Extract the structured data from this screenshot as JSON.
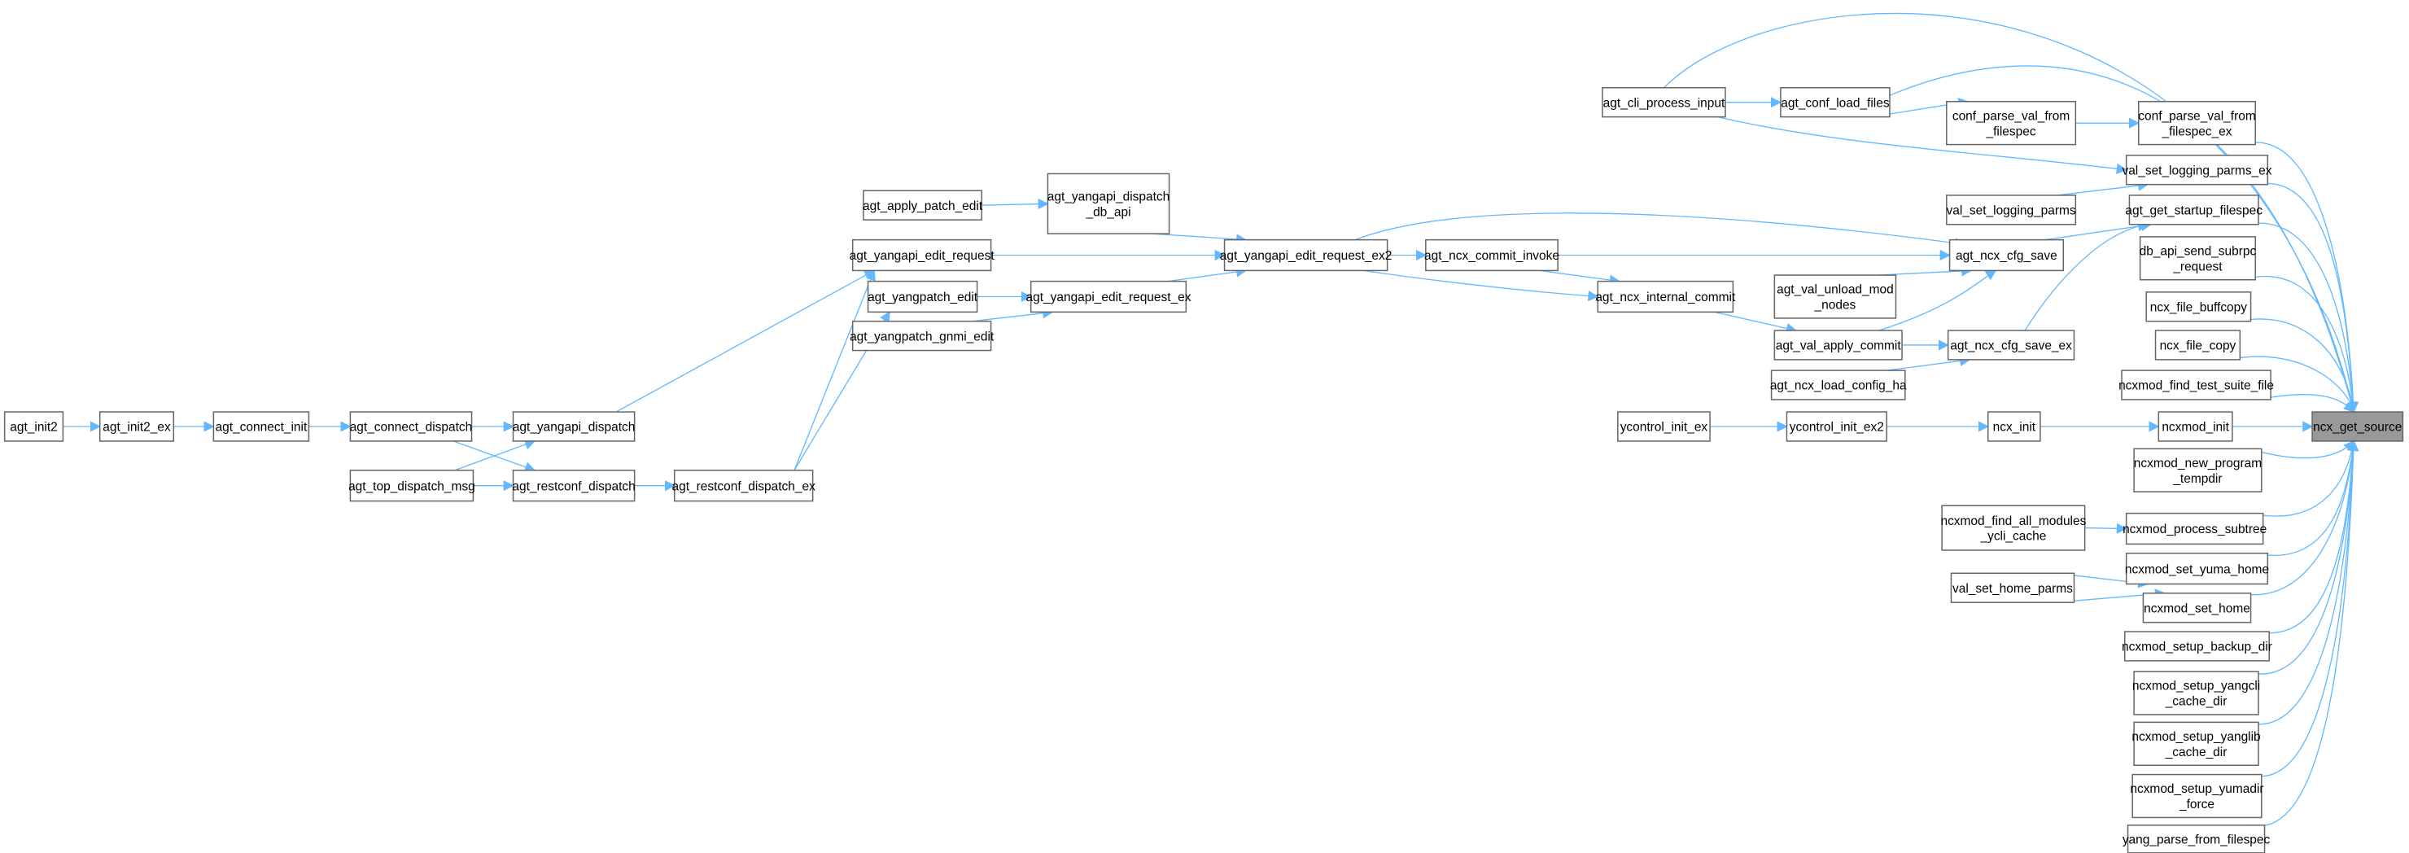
{
  "graph": {
    "type": "caller-graph",
    "focus_node": "ncx_get_source",
    "colors": {
      "edge": "#63b8ff",
      "node_border": "#666666",
      "focus_fill": "#999999",
      "node_fill": "#ffffff"
    },
    "nodes": [
      {
        "id": "agt_init2",
        "lines": [
          "agt_init2"
        ]
      },
      {
        "id": "agt_init2_ex",
        "lines": [
          "agt_init2_ex"
        ]
      },
      {
        "id": "agt_connect_init",
        "lines": [
          "agt_connect_init"
        ]
      },
      {
        "id": "agt_connect_dispatch",
        "lines": [
          "agt_connect_dispatch"
        ]
      },
      {
        "id": "agt_yangapi_dispatch",
        "lines": [
          "agt_yangapi_dispatch"
        ]
      },
      {
        "id": "agt_top_dispatch_msg",
        "lines": [
          "agt_top_dispatch_msg"
        ]
      },
      {
        "id": "agt_restconf_dispatch",
        "lines": [
          "agt_restconf_dispatch"
        ]
      },
      {
        "id": "agt_restconf_dispatch_ex",
        "lines": [
          "agt_restconf_dispatch_ex"
        ]
      },
      {
        "id": "agt_apply_patch_edit",
        "lines": [
          "agt_apply_patch_edit"
        ]
      },
      {
        "id": "agt_yangapi_dispatch_db_api",
        "lines": [
          "agt_yangapi_dispatch",
          "_db_api"
        ]
      },
      {
        "id": "agt_yangapi_edit_request",
        "lines": [
          "agt_yangapi_edit_request"
        ]
      },
      {
        "id": "agt_yangpatch_edit",
        "lines": [
          "agt_yangpatch_edit"
        ]
      },
      {
        "id": "agt_yangapi_edit_request_ex",
        "lines": [
          "agt_yangapi_edit_request_ex"
        ]
      },
      {
        "id": "agt_yangpatch_gnmi_edit",
        "lines": [
          "agt_yangpatch_gnmi_edit"
        ]
      },
      {
        "id": "agt_yangapi_edit_request_ex2",
        "lines": [
          "agt_yangapi_edit_request_ex2"
        ]
      },
      {
        "id": "agt_ncx_commit_invoke",
        "lines": [
          "agt_ncx_commit_invoke"
        ]
      },
      {
        "id": "agt_ncx_internal_commit",
        "lines": [
          "agt_ncx_internal_commit"
        ]
      },
      {
        "id": "agt_cli_process_input",
        "lines": [
          "agt_cli_process_input"
        ]
      },
      {
        "id": "agt_conf_load_files",
        "lines": [
          "agt_conf_load_files"
        ]
      },
      {
        "id": "conf_parse_val_from_filespec",
        "lines": [
          "conf_parse_val_from",
          "_filespec"
        ]
      },
      {
        "id": "conf_parse_val_from_filespec_ex",
        "lines": [
          "conf_parse_val_from",
          "_filespec_ex"
        ]
      },
      {
        "id": "val_set_logging_parms_ex",
        "lines": [
          "val_set_logging_parms_ex"
        ]
      },
      {
        "id": "val_set_logging_parms",
        "lines": [
          "val_set_logging_parms"
        ]
      },
      {
        "id": "agt_get_startup_filespec",
        "lines": [
          "agt_get_startup_filespec"
        ]
      },
      {
        "id": "agt_ncx_cfg_save",
        "lines": [
          "agt_ncx_cfg_save"
        ]
      },
      {
        "id": "agt_val_unload_mod_nodes",
        "lines": [
          "agt_val_unload_mod",
          "_nodes"
        ]
      },
      {
        "id": "agt_val_apply_commit",
        "lines": [
          "agt_val_apply_commit"
        ]
      },
      {
        "id": "agt_ncx_cfg_save_ex",
        "lines": [
          "agt_ncx_cfg_save_ex"
        ]
      },
      {
        "id": "agt_ncx_load_config_ha",
        "lines": [
          "agt_ncx_load_config_ha"
        ]
      },
      {
        "id": "db_api_send_subrpc_request",
        "lines": [
          "db_api_send_subrpc",
          "_request"
        ]
      },
      {
        "id": "ncx_file_buffcopy",
        "lines": [
          "ncx_file_buffcopy"
        ]
      },
      {
        "id": "ncx_file_copy",
        "lines": [
          "ncx_file_copy"
        ]
      },
      {
        "id": "ncxmod_find_test_suite_file",
        "lines": [
          "ncxmod_find_test_suite_file"
        ]
      },
      {
        "id": "ycontrol_init_ex",
        "lines": [
          "ycontrol_init_ex"
        ]
      },
      {
        "id": "ycontrol_init_ex2",
        "lines": [
          "ycontrol_init_ex2"
        ]
      },
      {
        "id": "ncx_init",
        "lines": [
          "ncx_init"
        ]
      },
      {
        "id": "ncxmod_init",
        "lines": [
          "ncxmod_init"
        ]
      },
      {
        "id": "ncx_get_source",
        "lines": [
          "ncx_get_source"
        ]
      },
      {
        "id": "ncxmod_new_program_tempdir",
        "lines": [
          "ncxmod_new_program",
          "_tempdir"
        ]
      },
      {
        "id": "ncxmod_find_all_modules_ycli_cache",
        "lines": [
          "ncxmod_find_all_modules",
          "_ycli_cache"
        ]
      },
      {
        "id": "ncxmod_process_subtree",
        "lines": [
          "ncxmod_process_subtree"
        ]
      },
      {
        "id": "ncxmod_set_yuma_home",
        "lines": [
          "ncxmod_set_yuma_home"
        ]
      },
      {
        "id": "val_set_home_parms",
        "lines": [
          "val_set_home_parms"
        ]
      },
      {
        "id": "ncxmod_set_home",
        "lines": [
          "ncxmod_set_home"
        ]
      },
      {
        "id": "ncxmod_setup_backup_dir",
        "lines": [
          "ncxmod_setup_backup_dir"
        ]
      },
      {
        "id": "ncxmod_setup_yangcli_cache_dir",
        "lines": [
          "ncxmod_setup_yangcli",
          "_cache_dir"
        ]
      },
      {
        "id": "ncxmod_setup_yanglib_cache_dir",
        "lines": [
          "ncxmod_setup_yanglib",
          "_cache_dir"
        ]
      },
      {
        "id": "ncxmod_setup_yumadir_force",
        "lines": [
          "ncxmod_setup_yumadir",
          "_force"
        ]
      },
      {
        "id": "yang_parse_from_filespec",
        "lines": [
          "yang_parse_from_filespec"
        ]
      }
    ],
    "edges": [
      [
        "agt_init2",
        "agt_init2_ex"
      ],
      [
        "agt_init2_ex",
        "agt_connect_init"
      ],
      [
        "agt_connect_init",
        "agt_connect_dispatch"
      ],
      [
        "agt_connect_dispatch",
        "agt_yangapi_dispatch"
      ],
      [
        "agt_connect_dispatch",
        "agt_restconf_dispatch"
      ],
      [
        "agt_top_dispatch_msg",
        "agt_yangapi_dispatch"
      ],
      [
        "agt_top_dispatch_msg",
        "agt_restconf_dispatch"
      ],
      [
        "agt_yangapi_dispatch",
        "agt_yangapi_edit_request"
      ],
      [
        "agt_restconf_dispatch",
        "agt_restconf_dispatch_ex"
      ],
      [
        "agt_restconf_dispatch_ex",
        "agt_yangapi_edit_request"
      ],
      [
        "agt_restconf_dispatch_ex",
        "agt_yangpatch_edit"
      ],
      [
        "agt_yangpatch_edit",
        "agt_yangapi_edit_request_ex"
      ],
      [
        "agt_yangpatch_gnmi_edit",
        "agt_yangapi_edit_request_ex"
      ],
      [
        "agt_apply_patch_edit",
        "agt_yangapi_dispatch_db_api"
      ],
      [
        "agt_yangapi_dispatch_db_api",
        "agt_yangapi_edit_request_ex2"
      ],
      [
        "agt_yangapi_edit_request",
        "agt_yangapi_edit_request_ex2"
      ],
      [
        "agt_yangapi_edit_request_ex",
        "agt_yangapi_edit_request_ex2"
      ],
      [
        "agt_yangapi_edit_request_ex2",
        "agt_ncx_commit_invoke"
      ],
      [
        "agt_yangapi_edit_request_ex2",
        "agt_ncx_internal_commit"
      ],
      [
        "agt_yangapi_edit_request_ex2",
        "agt_ncx_cfg_save"
      ],
      [
        "agt_ncx_commit_invoke",
        "agt_ncx_cfg_save"
      ],
      [
        "agt_ncx_commit_invoke",
        "agt_ncx_internal_commit"
      ],
      [
        "agt_ncx_internal_commit",
        "agt_val_apply_commit"
      ],
      [
        "agt_val_apply_commit",
        "agt_ncx_cfg_save"
      ],
      [
        "agt_val_apply_commit",
        "agt_ncx_cfg_save_ex"
      ],
      [
        "agt_val_unload_mod_nodes",
        "agt_ncx_cfg_save"
      ],
      [
        "agt_ncx_load_config_ha",
        "agt_ncx_cfg_save_ex"
      ],
      [
        "agt_ncx_cfg_save",
        "agt_get_startup_filespec"
      ],
      [
        "agt_ncx_cfg_save_ex",
        "agt_get_startup_filespec"
      ],
      [
        "agt_cli_process_input",
        "agt_conf_load_files"
      ],
      [
        "agt_cli_process_input",
        "val_set_logging_parms_ex"
      ],
      [
        "agt_cli_process_input",
        "ncx_get_source"
      ],
      [
        "agt_conf_load_files",
        "conf_parse_val_from_filespec"
      ],
      [
        "agt_conf_load_files",
        "ncx_get_source"
      ],
      [
        "conf_parse_val_from_filespec",
        "conf_parse_val_from_filespec_ex"
      ],
      [
        "val_set_logging_parms",
        "val_set_logging_parms_ex"
      ],
      [
        "ycontrol_init_ex",
        "ycontrol_init_ex2"
      ],
      [
        "ycontrol_init_ex2",
        "ncx_init"
      ],
      [
        "ncx_init",
        "ncxmod_init"
      ],
      [
        "ncxmod_find_all_modules_ycli_cache",
        "ncxmod_process_subtree"
      ],
      [
        "val_set_home_parms",
        "ncxmod_set_yuma_home"
      ],
      [
        "val_set_home_parms",
        "ncxmod_set_home"
      ],
      [
        "conf_parse_val_from_filespec_ex",
        "ncx_get_source"
      ],
      [
        "val_set_logging_parms_ex",
        "ncx_get_source"
      ],
      [
        "agt_get_startup_filespec",
        "ncx_get_source"
      ],
      [
        "db_api_send_subrpc_request",
        "ncx_get_source"
      ],
      [
        "ncx_file_buffcopy",
        "ncx_get_source"
      ],
      [
        "ncx_file_copy",
        "ncx_get_source"
      ],
      [
        "ncxmod_find_test_suite_file",
        "ncx_get_source"
      ],
      [
        "ncxmod_init",
        "ncx_get_source"
      ],
      [
        "ncxmod_new_program_tempdir",
        "ncx_get_source"
      ],
      [
        "ncxmod_process_subtree",
        "ncx_get_source"
      ],
      [
        "ncxmod_set_yuma_home",
        "ncx_get_source"
      ],
      [
        "ncxmod_set_home",
        "ncx_get_source"
      ],
      [
        "ncxmod_setup_backup_dir",
        "ncx_get_source"
      ],
      [
        "ncxmod_setup_yangcli_cache_dir",
        "ncx_get_source"
      ],
      [
        "ncxmod_setup_yanglib_cache_dir",
        "ncx_get_source"
      ],
      [
        "ncxmod_setup_yumadir_force",
        "ncx_get_source"
      ],
      [
        "yang_parse_from_filespec",
        "ncx_get_source"
      ]
    ]
  }
}
